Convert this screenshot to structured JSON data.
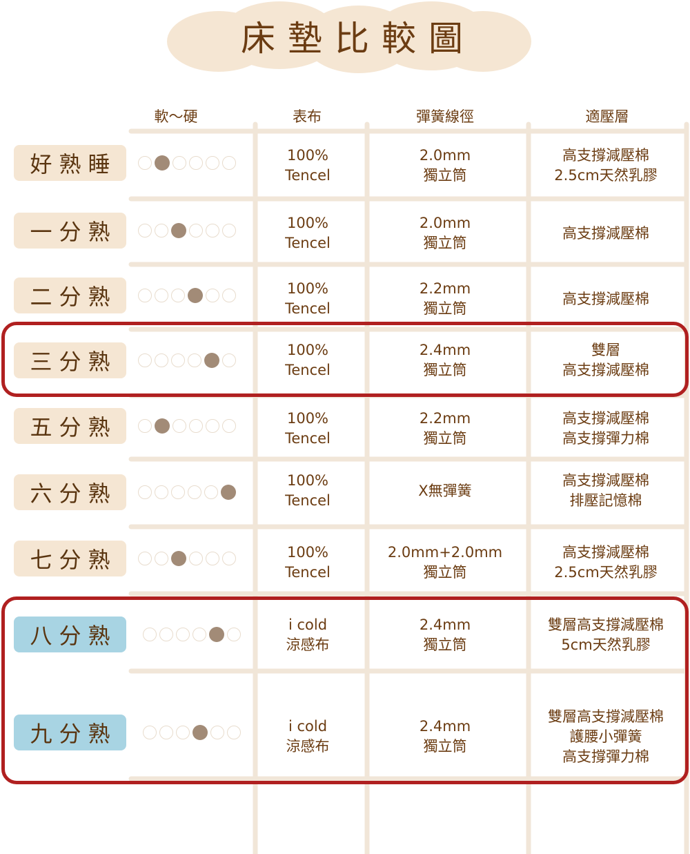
{
  "title": "床墊比較圖",
  "headers": {
    "firmness": "軟～硬",
    "fabric": "表布",
    "spring": "彈簧線徑",
    "comfort": "適壓層"
  },
  "colors": {
    "brown_text": "#6b3c12",
    "beige_tag": "#f5e6d3",
    "blue_tag": "#a8d4e3",
    "highlight": "#b02020",
    "dot_filled": "#a28b77"
  },
  "rows": [
    {
      "name": "好熟睡",
      "firmness": 2,
      "fabric": [
        "100%",
        "Tencel"
      ],
      "spring": [
        "2.0mm",
        "獨立筒"
      ],
      "comfort": [
        "高支撐減壓棉",
        "2.5cm天然乳膠"
      ]
    },
    {
      "name": "一分熟",
      "firmness": 3,
      "fabric": [
        "100%",
        "Tencel"
      ],
      "spring": [
        "2.0mm",
        "獨立筒"
      ],
      "comfort": [
        "高支撐減壓棉"
      ]
    },
    {
      "name": "二分熟",
      "firmness": 4,
      "fabric": [
        "100%",
        "Tencel"
      ],
      "spring": [
        "2.2mm",
        "獨立筒"
      ],
      "comfort": [
        "高支撐減壓棉"
      ]
    },
    {
      "name": "三分熟",
      "firmness": 5,
      "fabric": [
        "100%",
        "Tencel"
      ],
      "spring": [
        "2.4mm",
        "獨立筒"
      ],
      "comfort": [
        "雙層",
        "高支撐減壓棉"
      ]
    },
    {
      "name": "五分熟",
      "firmness": 2,
      "fabric": [
        "100%",
        "Tencel"
      ],
      "spring": [
        "2.2mm",
        "獨立筒"
      ],
      "comfort": [
        "高支撐減壓棉",
        "高支撐彈力棉"
      ]
    },
    {
      "name": "六分熟",
      "firmness": 6,
      "fabric": [
        "100%",
        "Tencel"
      ],
      "spring": [
        "X無彈簧"
      ],
      "comfort": [
        "高支撐減壓棉",
        "排壓記憶棉"
      ]
    },
    {
      "name": "七分熟",
      "firmness": 3,
      "fabric": [
        "100%",
        "Tencel"
      ],
      "spring": [
        "2.0mm+2.0mm",
        "獨立筒"
      ],
      "comfort": [
        "高支撐減壓棉",
        "2.5cm天然乳膠"
      ]
    },
    {
      "name": "八分熟",
      "firmness": 5,
      "fabric": [
        "i cold",
        "涼感布"
      ],
      "spring": [
        "2.4mm",
        "獨立筒"
      ],
      "comfort": [
        "雙層高支撐減壓棉",
        "5cm天然乳膠"
      ]
    },
    {
      "name": "九分熟",
      "firmness": 4,
      "fabric": [
        "i cold",
        "涼感布"
      ],
      "spring": [
        "2.4mm",
        "獨立筒"
      ],
      "comfort": [
        "雙層高支撐減壓棉",
        "護腰小彈簧",
        "高支撐彈力棉"
      ]
    }
  ]
}
